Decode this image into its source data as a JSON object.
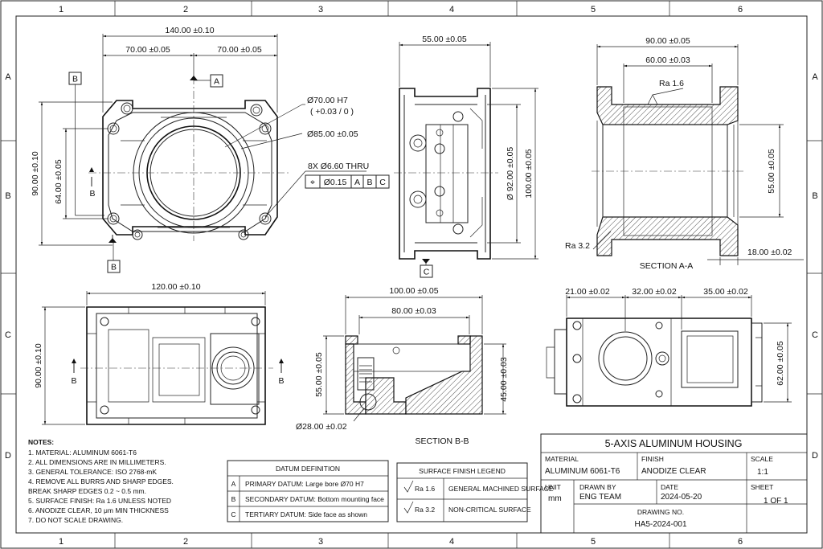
{
  "zones": {
    "columns": [
      "1",
      "2",
      "3",
      "4",
      "5",
      "6"
    ],
    "rows": [
      "A",
      "B",
      "C",
      "D"
    ]
  },
  "views": {
    "front": {
      "overall_width": "140.00 ±0.10",
      "half_left": "70.00 ±0.05",
      "half_right": "70.00 ±0.05",
      "overall_height": "90.00 ±0.10",
      "hole_spacing": "64.00 ±0.05",
      "bore": "Ø70.00 H7",
      "bore_tol": "( +0.03 / 0 )",
      "boss": "Ø85.00 ±0.05",
      "holes": "8X Ø6.60 THRU",
      "fcf": {
        "symbol": "⌖",
        "tol": "Ø0.15",
        "a": "A",
        "b": "B",
        "c": "C"
      },
      "datum_a": "A",
      "datum_b": "B",
      "section_mark": "B"
    },
    "side": {
      "width": "55.00 ±0.05",
      "d92": "Ø 92.00 ±0.05",
      "d100": "100.00 ±0.05",
      "datum_c": "C"
    },
    "section_aa": {
      "width": "90.00 ±0.05",
      "inner": "60.00 ±0.03",
      "ra_top": "Ra 1.6",
      "height": "55.00 ±0.05",
      "ra_left": "Ra 3.2",
      "flange": "18.00 ±0.02",
      "caption": "SECTION A-A"
    },
    "top": {
      "width": "120.00 ±0.10",
      "height": "90.00 ±0.10",
      "section_mark": "B"
    },
    "section_bb": {
      "width": "100.00 ±0.05",
      "inner": "80.00 ±0.03",
      "height": "55.00 ±0.05",
      "depth": "45.00 ±0.03",
      "hole": "Ø28.00 ±0.02",
      "caption": "SECTION B-B"
    },
    "bottom": {
      "d1": "21.00 ±0.02",
      "d2": "32.00 ±0.02",
      "d3": "35.00 ±0.02",
      "height": "62.00 ±0.05"
    }
  },
  "notes": {
    "title": "NOTES:",
    "items": [
      "1.  MATERIAL:  ALUMINUM 6061-T6",
      "2.  ALL DIMENSIONS ARE IN MILLIMETERS.",
      "3.  GENERAL TOLERANCE:  ISO 2768-mK",
      "4.  REMOVE ALL BURRS AND SHARP EDGES.",
      "     BREAK SHARP EDGES 0.2  ~  0.5 mm.",
      "5.  SURFACE FINISH:  Ra 1.6 UNLESS NOTED",
      "6.  ANODIZE CLEAR,  10 μm MIN THICKNESS",
      "7.  DO NOT SCALE DRAWING."
    ]
  },
  "datum_table": {
    "title": "DATUM DEFINITION",
    "rows": [
      {
        "id": "A",
        "text": "PRIMARY DATUM:  Large bore Ø70 H7"
      },
      {
        "id": "B",
        "text": "SECONDARY DATUM:  Bottom mounting face"
      },
      {
        "id": "C",
        "text": "TERTIARY DATUM:  Side face as shown"
      }
    ]
  },
  "finish_legend": {
    "title": "SURFACE FINISH LEGEND",
    "rows": [
      {
        "ra": "Ra 1.6",
        "text": "GENERAL MACHINED SURFACE"
      },
      {
        "ra": "Ra 3.2",
        "text": "NON-CRITICAL SURFACE"
      }
    ]
  },
  "title_block": {
    "title": "5-AXIS ALUMINUM HOUSING",
    "material_label": "MATERIAL",
    "material": "ALUMINUM 6061-T6",
    "finish_label": "FINISH",
    "finish": "ANODIZE CLEAR",
    "scale_label": "SCALE",
    "scale": "1:1",
    "unit_label": "UNIT",
    "unit": "mm",
    "drawn_label": "DRAWN BY",
    "drawn": "ENG TEAM",
    "date_label": "DATE",
    "date": "2024-05-20",
    "sheet_label": "SHEET",
    "sheet": "1  OF  1",
    "dwg_label": "DRAWING NO.",
    "dwg": "HA5-2024-001"
  }
}
